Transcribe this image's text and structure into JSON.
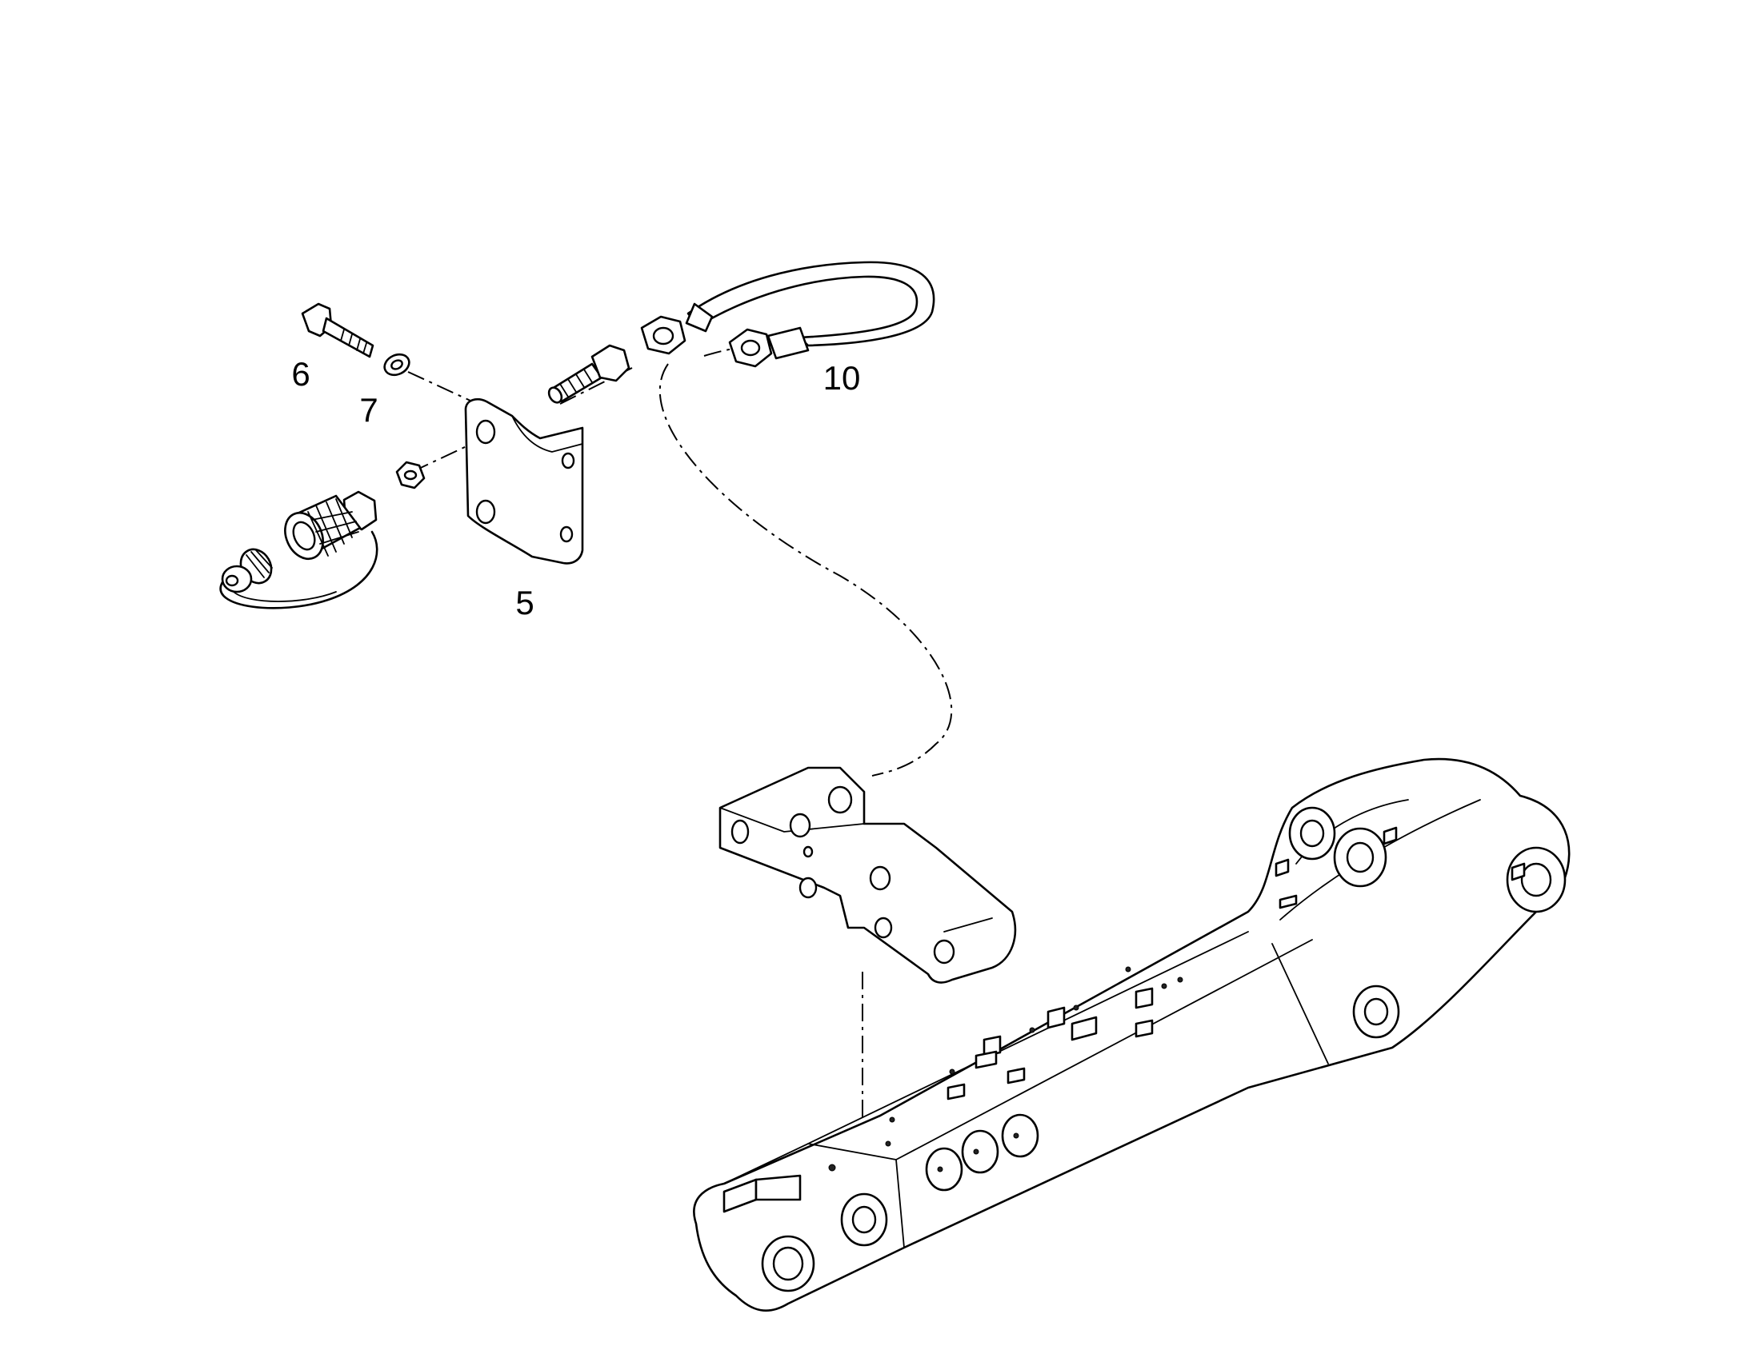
{
  "callouts": [
    {
      "id": "c5",
      "label": "5"
    },
    {
      "id": "c6",
      "label": "6"
    },
    {
      "id": "c7",
      "label": "7"
    },
    {
      "id": "c10",
      "label": "10"
    }
  ],
  "colors": {
    "line": "#000000",
    "background": "#ffffff"
  }
}
